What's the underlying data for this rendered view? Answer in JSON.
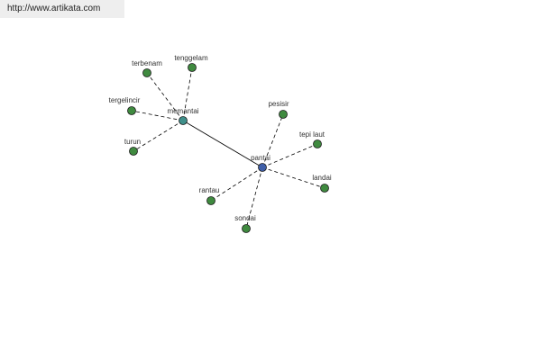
{
  "header": {
    "url": "http://www.artikata.com"
  },
  "graph": {
    "hub_color": "#3f5fa8",
    "node_color": "#3f8a3f",
    "hub_words": [
      "memantai",
      "pantai"
    ],
    "nodes": [
      {
        "id": "memantai",
        "label": "memantai",
        "kind": "hub"
      },
      {
        "id": "pantai",
        "label": "pantai",
        "kind": "main"
      },
      {
        "id": "terbenam",
        "label": "terbenam",
        "kind": "leaf"
      },
      {
        "id": "tenggelam",
        "label": "tenggelam",
        "kind": "leaf"
      },
      {
        "id": "tergelincir",
        "label": "tergelincir",
        "kind": "leaf"
      },
      {
        "id": "turun",
        "label": "turun",
        "kind": "leaf"
      },
      {
        "id": "pesisir",
        "label": "pesisir",
        "kind": "leaf"
      },
      {
        "id": "tepi-laut",
        "label": "tepi laut",
        "kind": "leaf"
      },
      {
        "id": "landai",
        "label": "landai",
        "kind": "leaf"
      },
      {
        "id": "rantau",
        "label": "rantau",
        "kind": "leaf"
      },
      {
        "id": "sondai",
        "label": "sondai",
        "kind": "leaf"
      }
    ],
    "edges": [
      {
        "from": "memantai",
        "to": "pantai",
        "style": "solid"
      },
      {
        "from": "memantai",
        "to": "terbenam",
        "style": "dashed"
      },
      {
        "from": "memantai",
        "to": "tenggelam",
        "style": "dashed"
      },
      {
        "from": "memantai",
        "to": "tergelincir",
        "style": "dashed"
      },
      {
        "from": "memantai",
        "to": "turun",
        "style": "dashed"
      },
      {
        "from": "pantai",
        "to": "pesisir",
        "style": "dashed"
      },
      {
        "from": "pantai",
        "to": "tepi-laut",
        "style": "dashed"
      },
      {
        "from": "pantai",
        "to": "landai",
        "style": "dashed"
      },
      {
        "from": "pantai",
        "to": "rantau",
        "style": "dashed"
      },
      {
        "from": "pantai",
        "to": "sondai",
        "style": "dashed"
      }
    ]
  }
}
